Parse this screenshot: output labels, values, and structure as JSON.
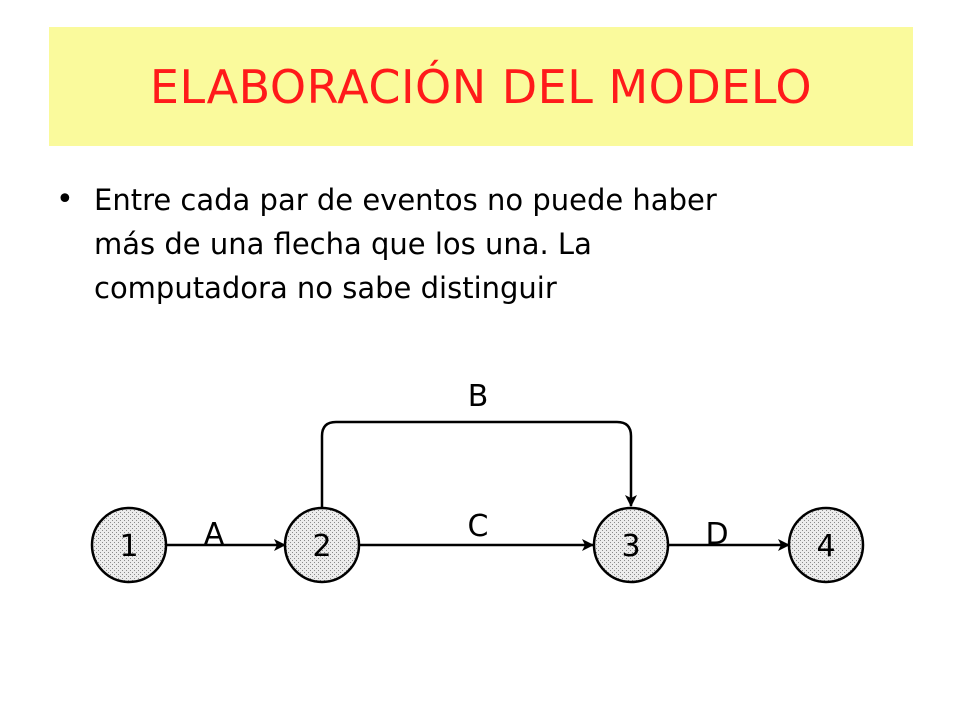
{
  "slide": {
    "title": "ELABORACIÓN DEL MODELO",
    "bullet": {
      "marker": "•",
      "lines": [
        "Entre cada par de eventos no puede haber",
        "más de una flecha que los una.  La",
        "computadora no sabe distinguir"
      ]
    }
  },
  "diagram": {
    "nodes": [
      {
        "id": "1",
        "label": "1"
      },
      {
        "id": "2",
        "label": "2"
      },
      {
        "id": "3",
        "label": "3"
      },
      {
        "id": "4",
        "label": "4"
      }
    ],
    "edges": [
      {
        "from": "1",
        "to": "2",
        "label": "A"
      },
      {
        "from": "2",
        "to": "3",
        "label": "B"
      },
      {
        "from": "2",
        "to": "3",
        "label": "C"
      },
      {
        "from": "3",
        "to": "4",
        "label": "D"
      }
    ]
  },
  "colors": {
    "title_background": "#fafa9c",
    "title_text": "#ff1a1a",
    "node_fill": "#d9d9d9",
    "stroke": "#000000"
  }
}
